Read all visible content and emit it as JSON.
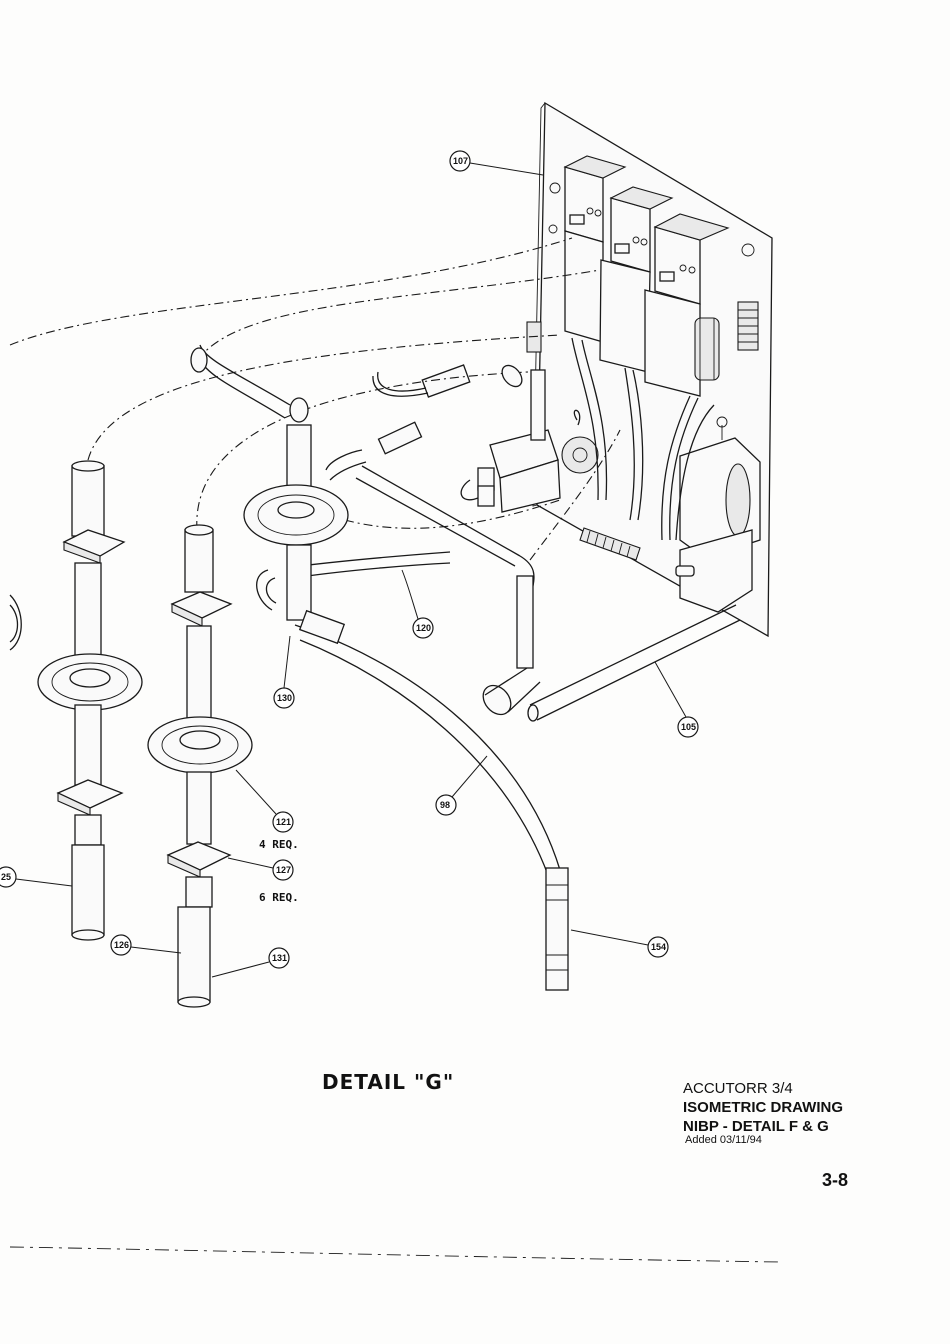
{
  "drawing": {
    "detail_title": "DETAIL \"G\"",
    "callouts": [
      "107",
      "120",
      "130",
      "105",
      "98",
      "121",
      "127",
      "126",
      "131",
      "154",
      "25"
    ],
    "quantity_notes": {
      "req_121": "4 REQ.",
      "req_127": "6 REQ."
    }
  },
  "title_block": {
    "product": "ACCUTORR 3/4",
    "drawing_type": "ISOMETRIC DRAWING",
    "subtitle": "NIBP - DETAIL F & G",
    "added": "Added 03/11/94",
    "page_number": "3-8"
  }
}
